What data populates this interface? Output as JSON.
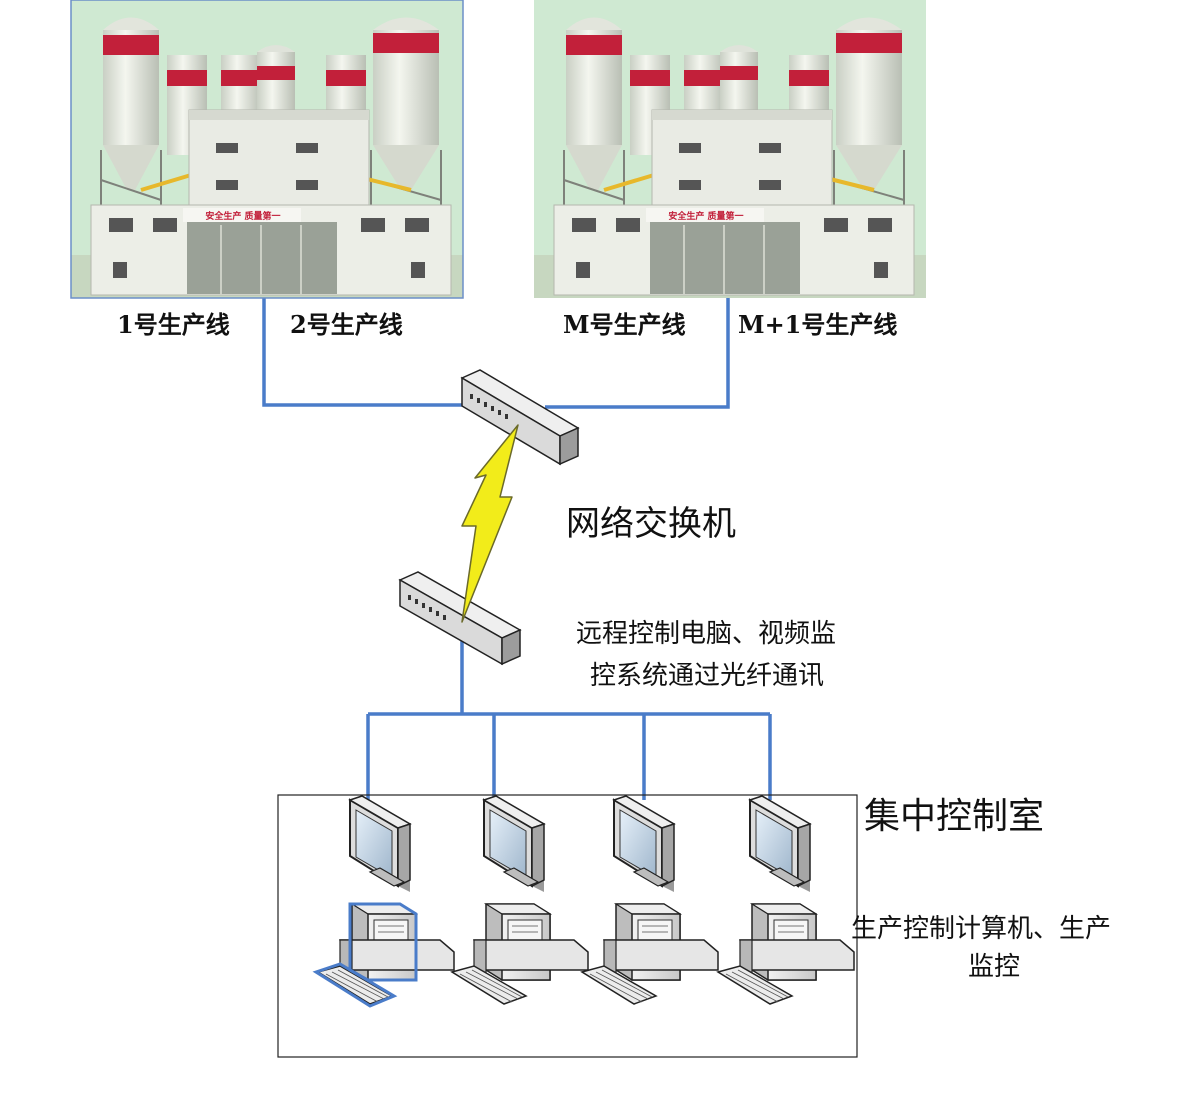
{
  "photos": [
    {
      "banner": "安全生产  质量第一"
    },
    {
      "banner": "安全生产  质量第一"
    }
  ],
  "lines": [
    "1号生产线",
    "2号生产线",
    "M号生产线",
    "M+1号生产线"
  ],
  "switch_label": "网络交换机",
  "fiber_note": [
    "远程控制电脑、视频监",
    "控系统通过光纤通讯"
  ],
  "room_label": "集中控制室",
  "pc_note": [
    "生产控制计算机、生产",
    "监控"
  ],
  "colors": {
    "link": "#4a7cc9",
    "sky": "#cfe9d2",
    "lightning": "#f2ec1a"
  }
}
